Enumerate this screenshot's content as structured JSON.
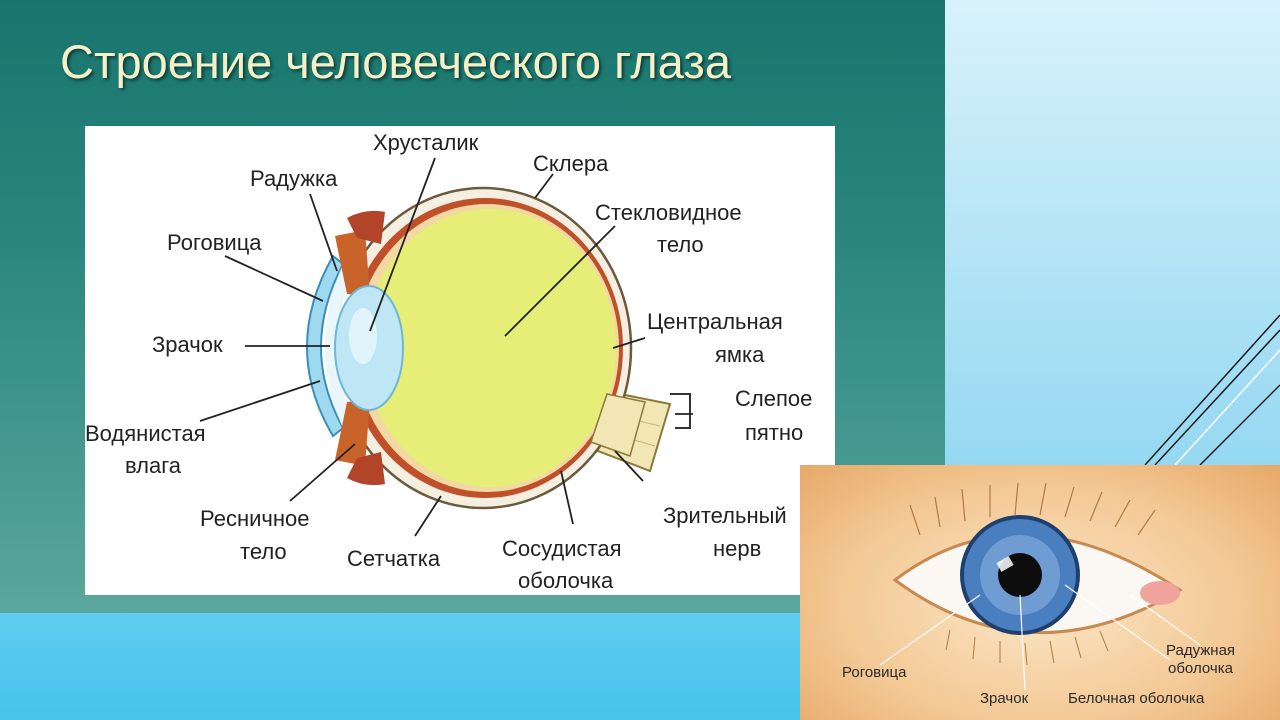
{
  "slide": {
    "title": "Строение человеческого глаза"
  },
  "diagram": {
    "labels": {
      "lens": "Хрусталик",
      "sclera": "Склера",
      "iris": "Радужка",
      "vitreous_1": "Стекловидное",
      "vitreous_2": "тело",
      "cornea": "Роговица",
      "fovea_1": "Центральная",
      "fovea_2": "ямка",
      "pupil": "Зрачок",
      "blind_spot_1": "Слепое",
      "blind_spot_2": "пятно",
      "aqueous_1": "Водянистая",
      "aqueous_2": "влага",
      "ciliary_1": "Ресничное",
      "ciliary_2": "тело",
      "retina": "Сетчатка",
      "choroid_1": "Сосудистая",
      "choroid_2": "оболочка",
      "optic_nerve_1": "Зрительный",
      "optic_nerve_2": "нерв"
    },
    "colors": {
      "vitreous": "#e6ee78",
      "lens": "#bfe6f5",
      "cornea": "#9fd9f0",
      "iris": "#c8642a",
      "sclera": "#f6f0e3",
      "choroid": "#c0502a"
    }
  },
  "photo": {
    "labels": {
      "cornea": "Роговица",
      "iris_1": "Радужная",
      "iris_2": "оболочка",
      "pupil": "Зрачок",
      "sclera": "Белочная оболочка"
    }
  }
}
